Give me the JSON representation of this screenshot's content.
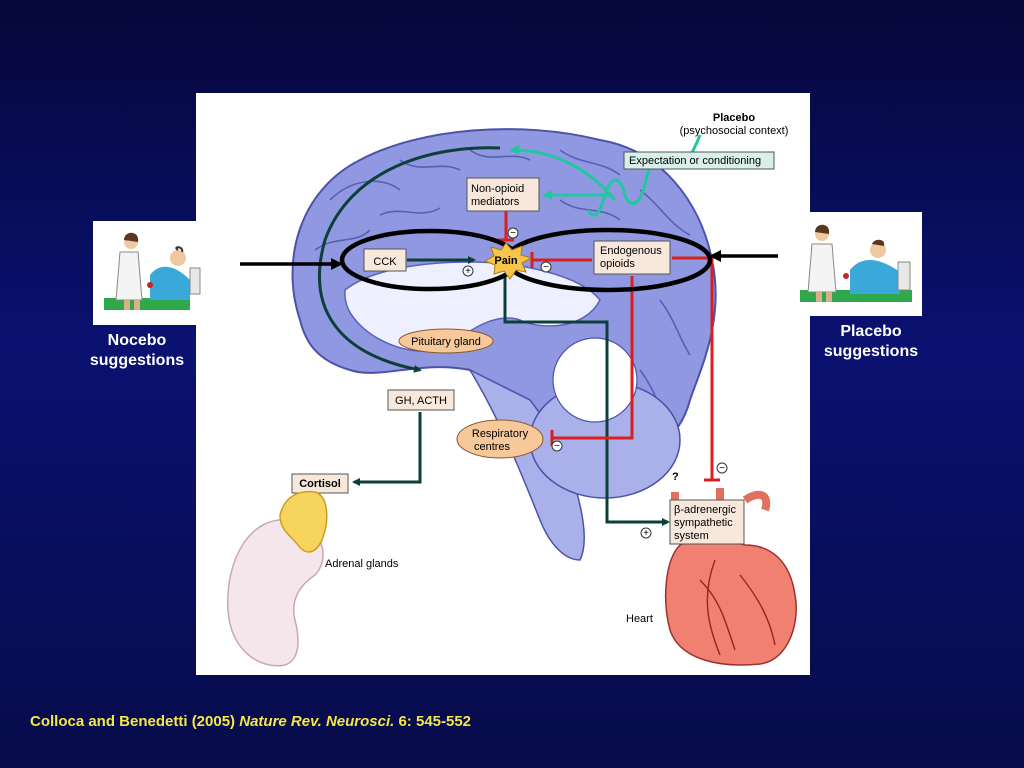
{
  "left_label": {
    "line1": "Nocebo",
    "line2": "suggestions"
  },
  "right_label": {
    "line1": "Placebo",
    "line2": "suggestions"
  },
  "diagram": {
    "placebo_title": "Placebo",
    "placebo_subtitle": "(psychosocial context)",
    "expectation": "Expectation or conditioning",
    "nonopioid_line1": "Non-opioid",
    "nonopioid_line2": "mediators",
    "cck": "CCK",
    "pain": "Pain",
    "endogenous_line1": "Endogenous",
    "endogenous_line2": "opioids",
    "pituitary": "Pituitary gland",
    "gh_acth": "GH, ACTH",
    "respiratory_line1": "Respiratory",
    "respiratory_line2": "centres",
    "cortisol": "Cortisol",
    "adrenal": "Adrenal glands",
    "beta_line1": "β-adrenergic",
    "beta_line2": "sympathetic",
    "beta_line3": "system",
    "heart": "Heart",
    "question": "?",
    "plus": "+",
    "minus": "−"
  },
  "citation": {
    "authors": "Colloca and Benedetti (2005)",
    "journal": "Nature Rev. Neurosci.",
    "ref": "6: 545-552"
  },
  "colors": {
    "background": "#0a1170",
    "citation": "#f5e64a",
    "brain": "#8f98e0",
    "inhibit": "#d82020",
    "excite": "#0d3f3a",
    "expectation": "#20c8a0"
  }
}
